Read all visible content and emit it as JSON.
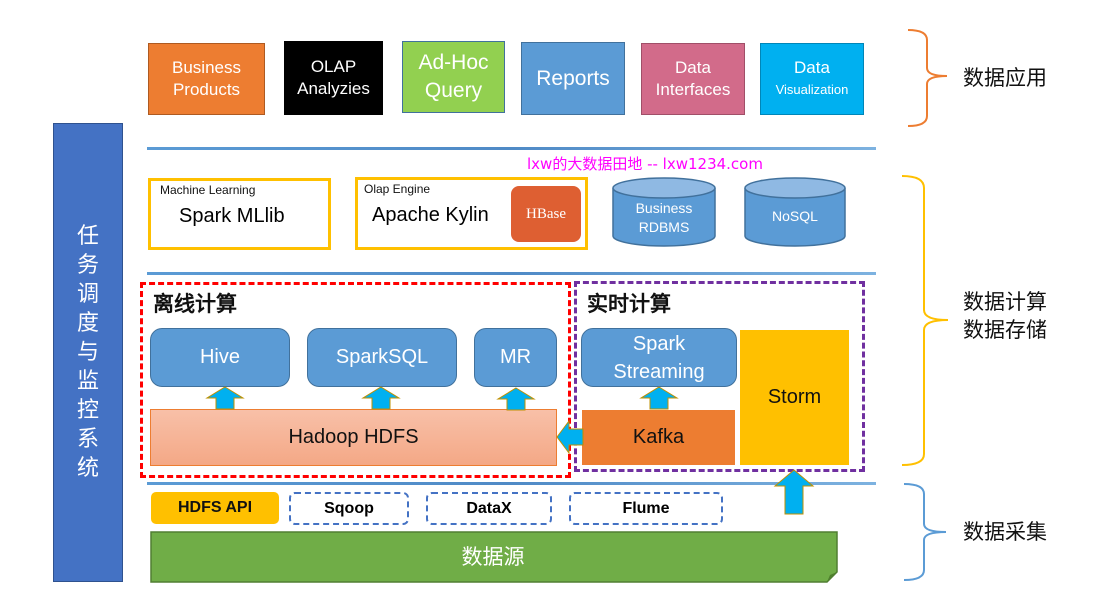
{
  "application_layer": {
    "items": [
      {
        "line1": "Business",
        "line2": "Products",
        "color": "#ed7d31"
      },
      {
        "line1": "OLAP",
        "line2": "Analyzies",
        "color": "#000000"
      },
      {
        "line1": "Ad-Hoc",
        "line2": "Query",
        "color": "#92d050"
      },
      {
        "line1": "Reports",
        "line2": "",
        "color": "#5b9bd5"
      },
      {
        "line1": "Data",
        "line2": "Interfaces",
        "color": "#d26b8a"
      },
      {
        "line1": "Data",
        "line2": "Visualization",
        "color": "#00b0f0"
      }
    ]
  },
  "watermark": "lxw的大数据田地 -- lxw1234.com",
  "storage_layer": {
    "ml": {
      "caption": "Machine Learning",
      "title": "Spark MLlib"
    },
    "olap": {
      "caption": "Olap Engine",
      "title": "Apache Kylin",
      "badge": "HBase"
    },
    "db1": {
      "line1": "Business",
      "line2": "RDBMS"
    },
    "db2": {
      "line1": "NoSQL"
    }
  },
  "offline": {
    "title": "离线计算",
    "engines": [
      "Hive",
      "SparkSQL",
      "MR"
    ],
    "storage": "Hadoop HDFS"
  },
  "realtime": {
    "title": "实时计算",
    "streaming_line1": "Spark",
    "streaming_line2": "Streaming",
    "queue": "Kafka",
    "storm": "Storm"
  },
  "ingestion": {
    "tools": [
      "HDFS API",
      "Sqoop",
      "DataX",
      "Flume"
    ],
    "source": "数据源"
  },
  "scheduler": {
    "chars": [
      "任",
      "务",
      "调",
      "度",
      "与",
      "监",
      "控",
      "系",
      "统"
    ]
  },
  "layers": {
    "application": "数据应用",
    "compute_line1": "数据计算",
    "compute_line2": "数据存储",
    "collection": "数据采集"
  },
  "colors": {
    "brace_app": "#ed7d31",
    "brace_compute": "#ffc000",
    "brace_collect": "#5b9bd5",
    "offline_border": "#ff0000",
    "realtime_border": "#7030a0",
    "arrow_fill": "#00b0f0",
    "watermark": "#ff00ff"
  }
}
